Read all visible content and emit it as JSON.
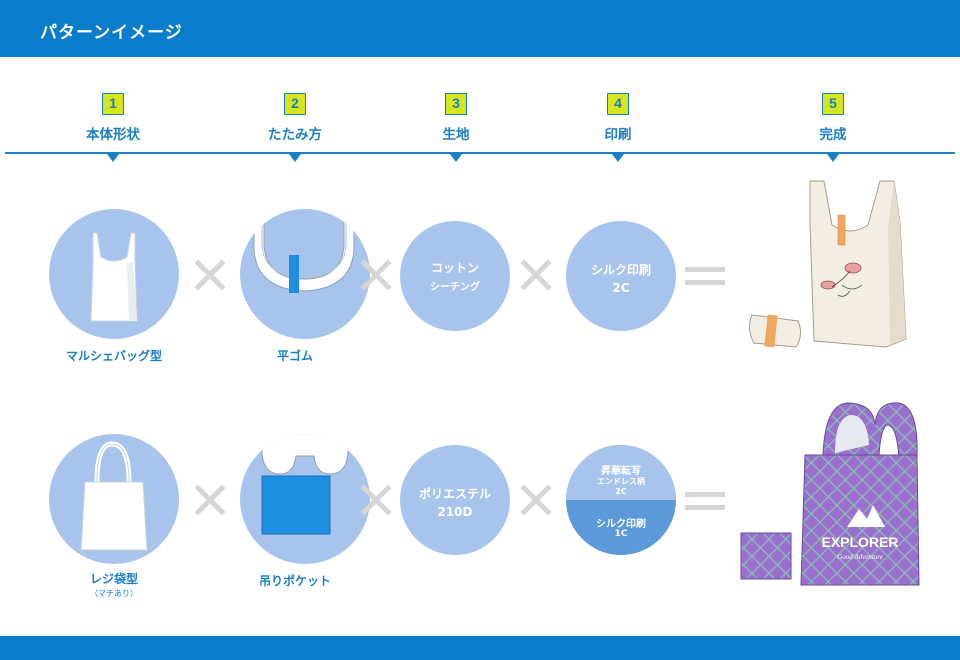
{
  "header": {
    "title": "パターンイメージ"
  },
  "steps": [
    {
      "num": "1",
      "label": "本体形状"
    },
    {
      "num": "2",
      "label": "たたみ方"
    },
    {
      "num": "3",
      "label": "生地"
    },
    {
      "num": "4",
      "label": "印刷"
    },
    {
      "num": "5",
      "label": "完成"
    }
  ],
  "pattern1": {
    "shape_caption": "マルシェバッグ型",
    "fold_caption": "平ゴム",
    "fabric_line1": "コットン",
    "fabric_line2": "シーチング",
    "print_line1": "シルク印刷",
    "print_line2": "2C"
  },
  "pattern2": {
    "shape_caption": "レジ袋型",
    "shape_sub": "（マチあり）",
    "fold_caption": "吊りポケット",
    "fabric_line1": "ポリエステル",
    "fabric_line2": "210D",
    "print_top_line1": "昇華転写",
    "print_top_line2": "エンドレス柄",
    "print_top_line3": "2C",
    "print_bottom_line1": "シルク印刷",
    "print_bottom_line2": "1C",
    "product_logo": "EXPLORER",
    "product_logo_sub": "Good Adventure"
  },
  "colors": {
    "header": "#0a7ccc",
    "accent": "#1a7fc6",
    "step_badge": "#d6e61c",
    "circle": "#a9c4ec",
    "operator": "#d6d6d6",
    "bag2_purple": "#9b6fd0"
  }
}
